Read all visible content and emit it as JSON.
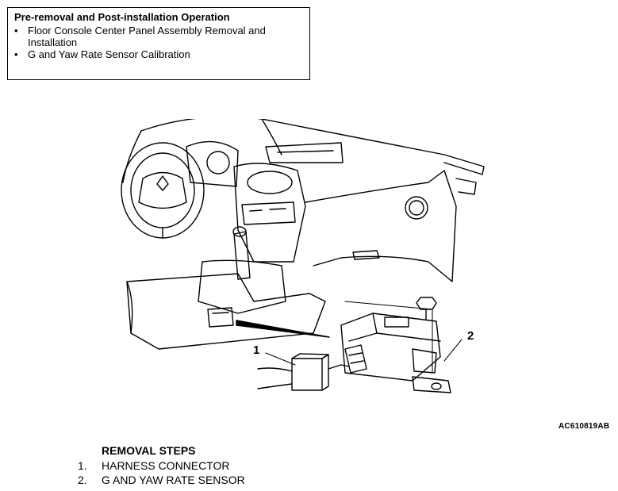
{
  "note": {
    "title": "Pre-removal and Post-installation Operation",
    "bullet": "•",
    "items": [
      "Floor Console Center Panel Assembly Removal and",
      "Installation",
      "G and Yaw Rate Sensor Calibration"
    ]
  },
  "figure": {
    "reference_code": "AC610819AB",
    "callouts": [
      "1",
      "2"
    ]
  },
  "removal_steps": {
    "title": "REMOVAL STEPS",
    "steps": [
      {
        "num": "1.",
        "label": "HARNESS CONNECTOR"
      },
      {
        "num": "2.",
        "label": "G AND YAW RATE SENSOR"
      }
    ]
  }
}
